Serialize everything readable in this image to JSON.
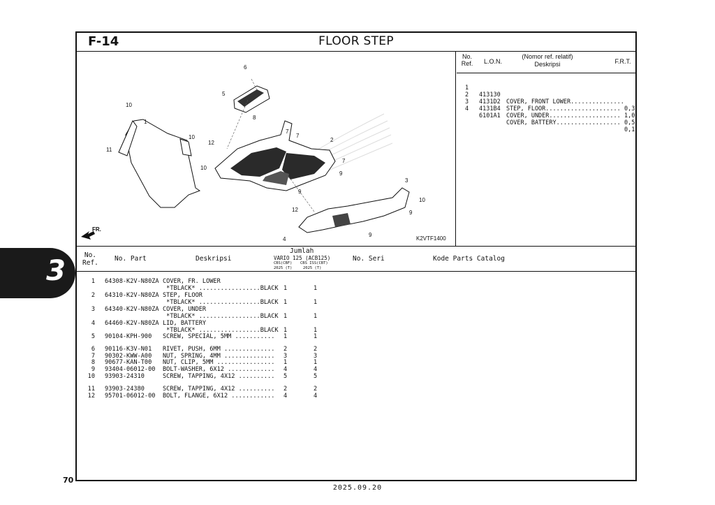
{
  "header": {
    "code": "F-14",
    "title": "FLOOR STEP"
  },
  "diagram": {
    "drawing_code": "K2VTF1400",
    "direction_label": "FR.",
    "callouts": [
      "1",
      "2",
      "3",
      "4",
      "5",
      "6",
      "7",
      "7",
      "7",
      "8",
      "9",
      "9",
      "9",
      "9",
      "10",
      "10",
      "10",
      "10",
      "11",
      "12",
      "12"
    ]
  },
  "ref_table": {
    "headers": {
      "no_ref": "No.\nRef.",
      "lon": "L.O.N.",
      "nomor": "(Nomor ref. relatif)",
      "deskripsi": "Deskripsi",
      "frt": "F.R.T."
    },
    "rows": [
      {
        "no": "1",
        "lon": "413130",
        "desc": "COVER, FRONT LOWER...............",
        "frt": "0,3"
      },
      {
        "no": "2",
        "lon": "4131D2",
        "desc": "STEP, FLOOR.....................",
        "frt": "1,0"
      },
      {
        "no": "3",
        "lon": "4131B4",
        "desc": "COVER, UNDER....................",
        "frt": "0,5"
      },
      {
        "no": "4",
        "lon": "6101A1",
        "desc": "COVER, BATTERY..................",
        "frt": "0,1"
      }
    ]
  },
  "parts_table": {
    "headers": {
      "no_ref": "No.\nRef.",
      "no_part": "No. Part",
      "deskripsi": "Deskripsi",
      "jumlah": "Jumlah",
      "model": "VARIO 125 (ACB125)",
      "col1_a": "CBS(CBF)",
      "col1_b": "2025 (T)",
      "col2_a": "CBS ISS(CBT)",
      "col2_b": "2025 (T)",
      "no_seri": "No. Seri",
      "kode": "Kode Parts Catalog"
    },
    "rows": [
      {
        "no": "1",
        "part": "64308-K2V-N80ZA",
        "desc": "COVER, FR. LOWER",
        "q1": "",
        "q2": ""
      },
      {
        "no": "",
        "part": "",
        "desc": " *TBLACK* .................BLACK",
        "q1": "1",
        "q2": "1"
      },
      {
        "no": "2",
        "part": "64310-K2V-N80ZA",
        "desc": "STEP, FLOOR",
        "q1": "",
        "q2": ""
      },
      {
        "no": "",
        "part": "",
        "desc": " *TBLACK* .................BLACK",
        "q1": "1",
        "q2": "1"
      },
      {
        "no": "3",
        "part": "64340-K2V-N80ZA",
        "desc": "COVER, UNDER",
        "q1": "",
        "q2": ""
      },
      {
        "no": "",
        "part": "",
        "desc": " *TBLACK* .................BLACK",
        "q1": "1",
        "q2": "1"
      },
      {
        "no": "4",
        "part": "64460-K2V-N80ZA",
        "desc": "LID, BATTERY",
        "q1": "",
        "q2": ""
      },
      {
        "no": "",
        "part": "",
        "desc": " *TBLACK* .................BLACK",
        "q1": "1",
        "q2": "1"
      },
      {
        "no": "5",
        "part": "90104-KPH-900",
        "desc": "SCREW, SPECIAL, 5MM ...........",
        "q1": "1",
        "q2": "1"
      },
      {
        "no": "6",
        "part": "90116-K3V-N01",
        "desc": "RIVET, PUSH, 6MM ..............",
        "q1": "2",
        "q2": "2"
      },
      {
        "no": "7",
        "part": "90302-KWW-A00",
        "desc": "NUT, SPRING, 4MM ..............",
        "q1": "3",
        "q2": "3"
      },
      {
        "no": "8",
        "part": "90677-KAN-T00",
        "desc": "NUT, CLIP, 5MM ................",
        "q1": "1",
        "q2": "1"
      },
      {
        "no": "9",
        "part": "93404-06012-00",
        "desc": "BOLT-WASHER, 6X12 .............",
        "q1": "4",
        "q2": "4"
      },
      {
        "no": "10",
        "part": "93903-24310",
        "desc": "SCREW, TAPPING, 4X12 ..........",
        "q1": "5",
        "q2": "5"
      },
      {
        "no": "11",
        "part": "93903-24380",
        "desc": "SCREW, TAPPING, 4X12 ..........",
        "q1": "2",
        "q2": "2"
      },
      {
        "no": "12",
        "part": "95701-06012-00",
        "desc": "BOLT, FLANGE, 6X12 ............",
        "q1": "4",
        "q2": "4"
      }
    ]
  },
  "section_tab": "3",
  "page_number": "70",
  "date": "2025.09.20"
}
